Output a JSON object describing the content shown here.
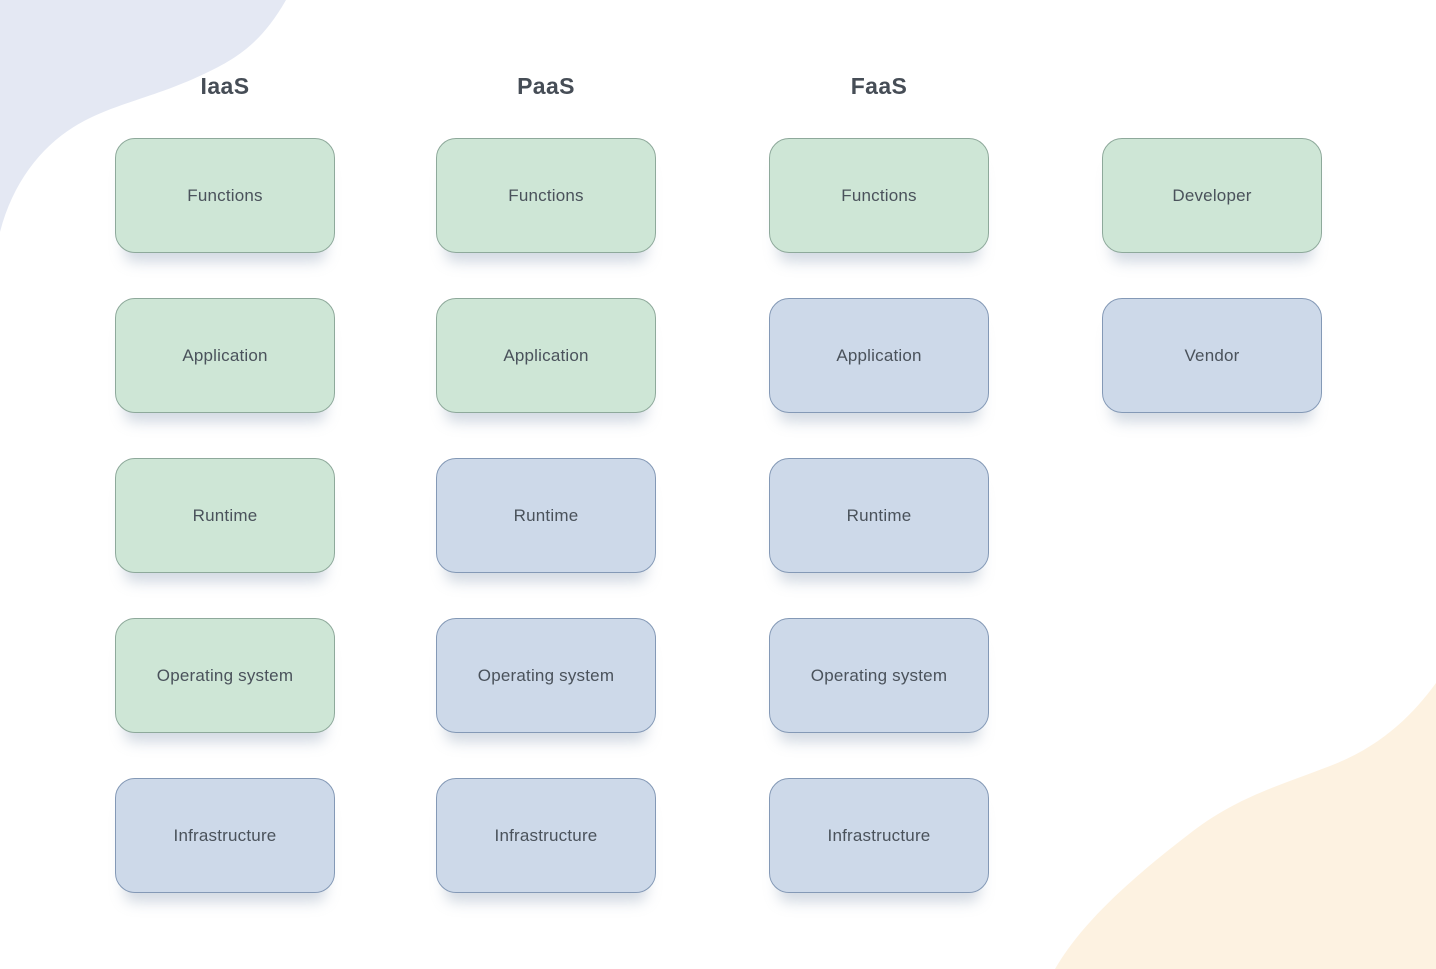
{
  "colors": {
    "background": "#ffffff",
    "decor_top_left": "#e4e8f3",
    "decor_bottom_right": "#fdf2e1",
    "developer_fill": "#cee6d6",
    "developer_border": "#8ea99b",
    "vendor_fill": "#cdd9e9",
    "vendor_border": "#8499b6",
    "header_text": "#464d56",
    "box_text": "#4a525b"
  },
  "columns": [
    {
      "header": "IaaS",
      "boxes": [
        {
          "label": "Functions",
          "managed_by": "developer"
        },
        {
          "label": "Application",
          "managed_by": "developer"
        },
        {
          "label": "Runtime",
          "managed_by": "developer"
        },
        {
          "label": "Operating system",
          "managed_by": "developer"
        },
        {
          "label": "Infrastructure",
          "managed_by": "vendor"
        }
      ]
    },
    {
      "header": "PaaS",
      "boxes": [
        {
          "label": "Functions",
          "managed_by": "developer"
        },
        {
          "label": "Application",
          "managed_by": "developer"
        },
        {
          "label": "Runtime",
          "managed_by": "vendor"
        },
        {
          "label": "Operating system",
          "managed_by": "vendor"
        },
        {
          "label": "Infrastructure",
          "managed_by": "vendor"
        }
      ]
    },
    {
      "header": "FaaS",
      "boxes": [
        {
          "label": "Functions",
          "managed_by": "developer"
        },
        {
          "label": "Application",
          "managed_by": "vendor"
        },
        {
          "label": "Runtime",
          "managed_by": "vendor"
        },
        {
          "label": "Operating system",
          "managed_by": "vendor"
        },
        {
          "label": "Infrastructure",
          "managed_by": "vendor"
        }
      ]
    },
    {
      "header": "",
      "boxes": [
        {
          "label": "Developer",
          "managed_by": "developer"
        },
        {
          "label": "Vendor",
          "managed_by": "vendor"
        }
      ]
    }
  ]
}
